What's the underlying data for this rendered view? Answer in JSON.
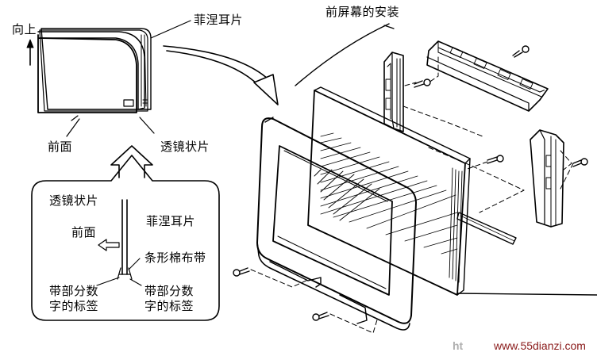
{
  "labels": {
    "up": "向上",
    "ear_tab_top": "菲涅耳片",
    "install_title": "前屏幕的安装",
    "front_top": "前面",
    "lenticular_top": "透镜状片",
    "lenticular_inset": "透镜状片",
    "ear_tab_inset": "菲涅耳片",
    "front_inset": "前面",
    "strip": "条形棉布带",
    "tag_left_1": "带部分数",
    "tag_left_2": "字的标签",
    "tag_right_1": "带部分数",
    "tag_right_2": "字的标签"
  },
  "watermark": {
    "left": "ht",
    "site": "www.55dianzi.com"
  }
}
